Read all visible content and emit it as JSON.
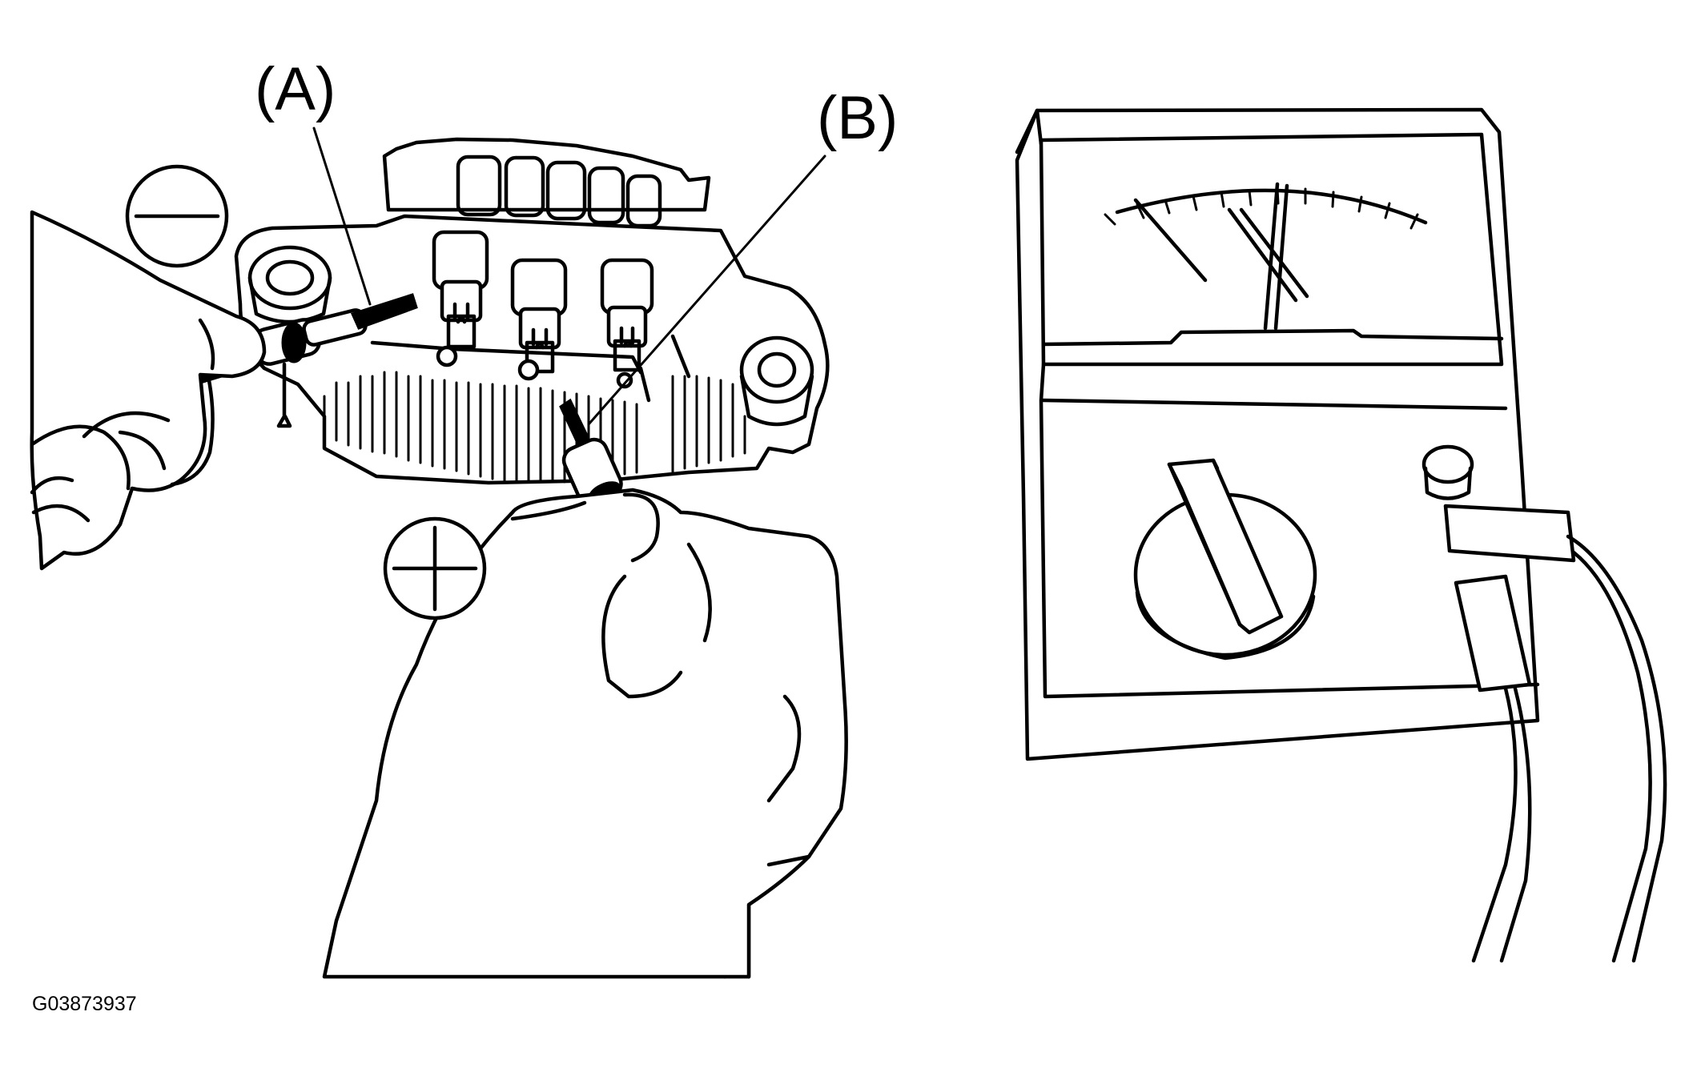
{
  "labels": {
    "probe_a": "(A)",
    "probe_b": "(B)",
    "figure_code": "G03873937"
  },
  "symbols": {
    "negative": "minus-sign-icon",
    "positive": "plus-sign-icon"
  },
  "colors": {
    "line": "#000000",
    "background": "#ffffff"
  }
}
